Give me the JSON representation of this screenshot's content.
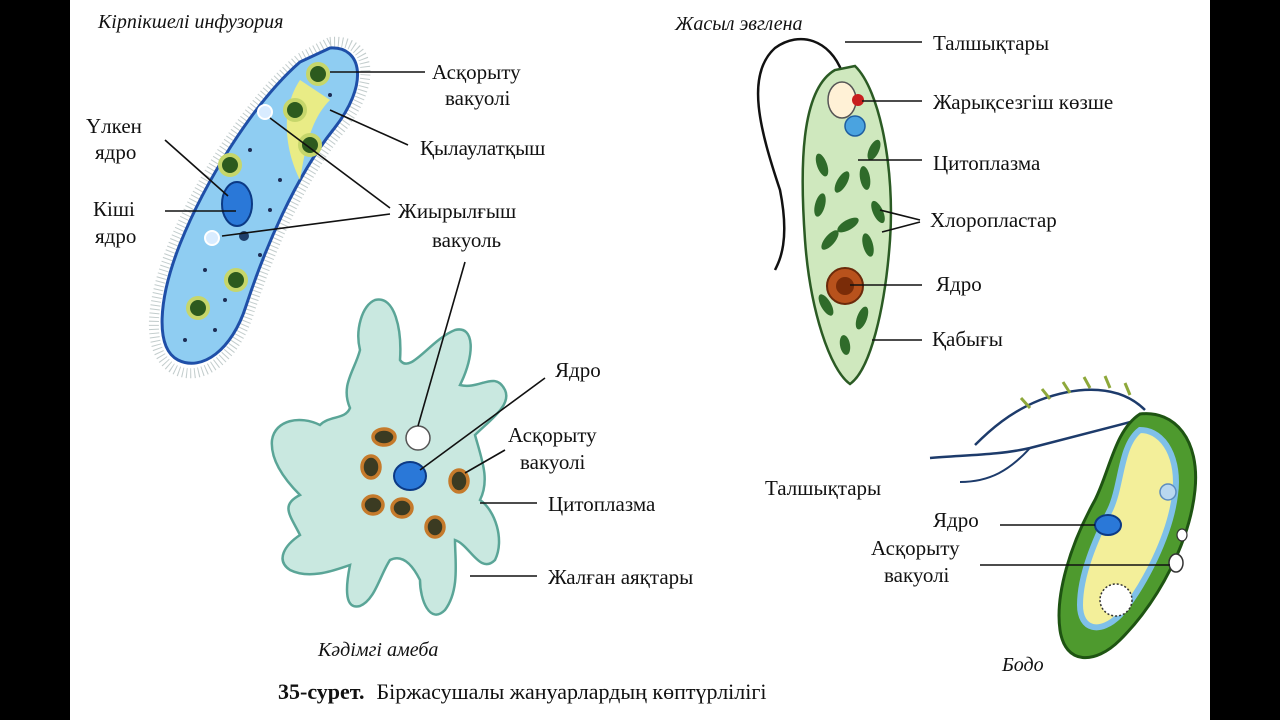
{
  "caption": {
    "number": "35-сурет.",
    "text": "Біржасушалы жануарлардың көптүрлілігі"
  },
  "paramecium": {
    "title": "Кірпікшелі инфузория",
    "labels": {
      "food_vacuole": [
        "Асқорыту",
        "вакуолі"
      ],
      "macronucleus": [
        "Үлкен",
        "ядро"
      ],
      "cytostome": "Қылаулатқыш",
      "micronucleus": [
        "Кіші",
        "ядро"
      ],
      "contractile_vacuole": [
        "Жиырылғыш",
        "вакуоль"
      ]
    }
  },
  "euglena": {
    "title": "Жасыл эвглена",
    "labels": {
      "flagella": "Талшықтары",
      "eyespot": "Жарықсезгіш көзше",
      "cytoplasm": "Цитоплазма",
      "chloroplasts": "Хлоропластар",
      "nucleus": "Ядро",
      "pellicle": "Қабығы"
    }
  },
  "amoeba": {
    "title": "Кәдімгі амеба",
    "labels": {
      "nucleus": "Ядро",
      "food_vacuole": [
        "Асқорыту",
        "вакуолі"
      ],
      "cytoplasm": "Цитоплазма",
      "pseudopods": "Жалған аяқтары"
    }
  },
  "bodo": {
    "title": "Бодо",
    "labels": {
      "flagella": "Талшықтары",
      "nucleus": "Ядро",
      "food_vacuole": [
        "Асқорыту",
        "вакуолі"
      ]
    }
  }
}
